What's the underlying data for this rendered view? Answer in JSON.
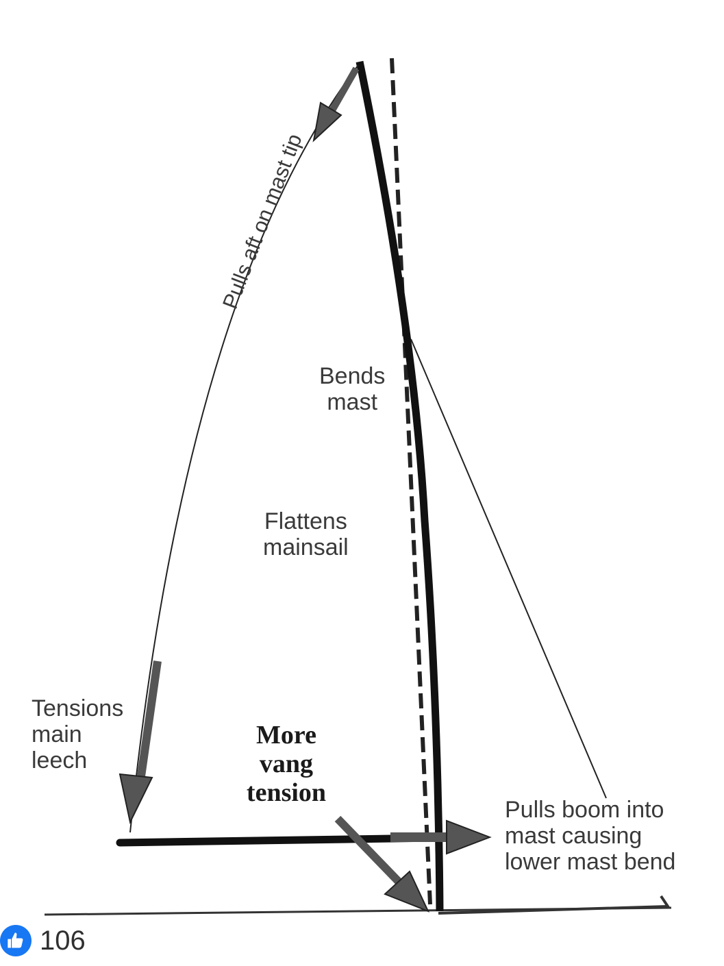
{
  "diagram": {
    "labels": {
      "pulls_aft": "Pulls aft on mast tip",
      "bends_mast": [
        "Bends",
        "mast"
      ],
      "flattens_mainsail": [
        "Flattens",
        "mainsail"
      ],
      "tensions_leech": [
        "Tensions",
        "main",
        "leech"
      ],
      "more_vang_tension": [
        "More",
        "vang",
        "tension"
      ],
      "pulls_boom": [
        "Pulls boom into",
        "mast causing",
        "lower mast bend"
      ]
    }
  },
  "reactions": {
    "icon": "thumbs-up-icon",
    "count": "106",
    "color": "#1877f2"
  }
}
